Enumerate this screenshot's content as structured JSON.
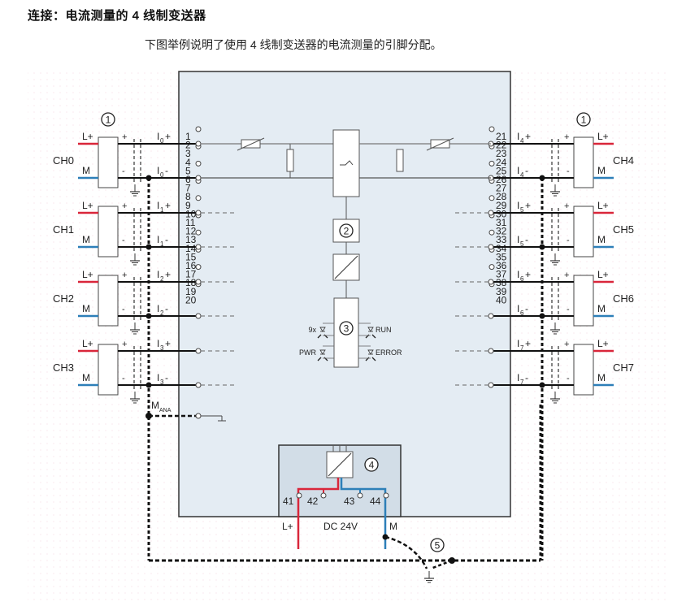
{
  "title": "连接：电流测量的 4 线制变送器",
  "subtitle": "下图举例说明了使用 4 线制变送器的电流测量的引脚分配。",
  "colors": {
    "module_fill": "#e4ecf3",
    "power_fill": "#d2dde7",
    "line_red": "#d9263a",
    "line_blue": "#2d7fb8",
    "wire": "#111111"
  },
  "markers": {
    "transmitter": "1",
    "backplane_bus": "2",
    "status_leds": "3",
    "power_supply": "4",
    "equipotential_bonding": "5"
  },
  "left_channels": [
    {
      "name": "CH0",
      "idx": "0",
      "lp": "L+",
      "m": "M",
      "pins": [
        "1",
        "2",
        "3",
        "4"
      ]
    },
    {
      "name": "CH1",
      "idx": "1",
      "lp": "L+",
      "m": "M",
      "pins": [
        "5",
        "6",
        "7",
        "8"
      ]
    },
    {
      "name": "CH2",
      "idx": "2",
      "lp": "L+",
      "m": "M",
      "pins": [
        "9",
        "10",
        "11",
        "12"
      ]
    },
    {
      "name": "CH3",
      "idx": "3",
      "lp": "L+",
      "m": "M",
      "pins": [
        "13",
        "14",
        "15",
        "16"
      ]
    }
  ],
  "right_channels": [
    {
      "name": "CH4",
      "idx": "4",
      "lp": "L+",
      "m": "M",
      "pins": [
        "21",
        "22",
        "23",
        "24"
      ]
    },
    {
      "name": "CH5",
      "idx": "5",
      "lp": "L+",
      "m": "M",
      "pins": [
        "25",
        "26",
        "27",
        "28"
      ]
    },
    {
      "name": "CH6",
      "idx": "6",
      "lp": "L+",
      "m": "M",
      "pins": [
        "29",
        "30",
        "31",
        "32"
      ]
    },
    {
      "name": "CH7",
      "idx": "7",
      "lp": "L+",
      "m": "M",
      "pins": [
        "33",
        "34",
        "35",
        "36"
      ]
    }
  ],
  "extra_left_pins": [
    "17",
    "18",
    "19",
    "20"
  ],
  "extra_right_pins": [
    "37",
    "38",
    "39",
    "40"
  ],
  "mana": {
    "main": "M",
    "sub": "ANA"
  },
  "leds": {
    "left_top": "9x",
    "left_bottom": "PWR",
    "right_top": "RUN",
    "right_bottom": "ERROR"
  },
  "power": {
    "pins": [
      "41",
      "42",
      "43",
      "44"
    ],
    "lplus": "L+",
    "m": "M",
    "voltage": "DC 24V"
  },
  "plus_sign": "+",
  "minus_sign": "-"
}
